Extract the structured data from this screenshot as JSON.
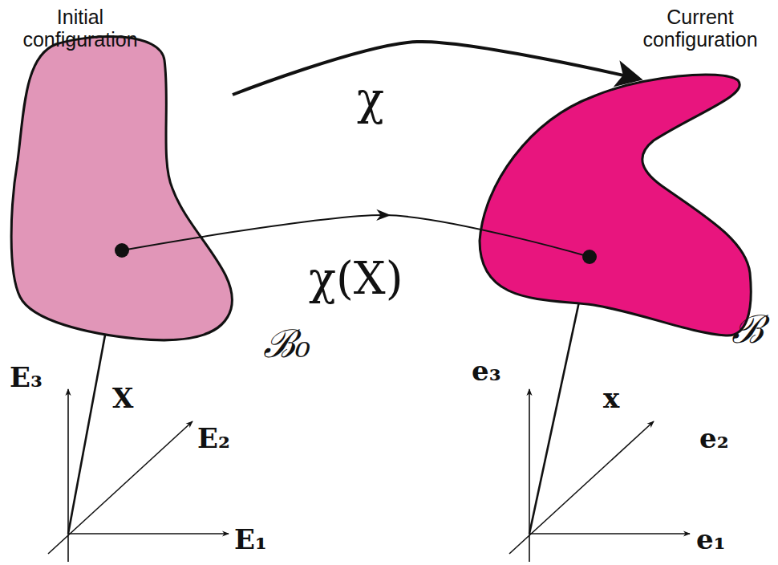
{
  "diagram": {
    "nodes": [
      {
        "text": [
          "Initial configuration",
          "ℬ₀"
        ]
      },
      {
        "text": [
          "Current configuration",
          "ℬ"
        ]
      }
    ],
    "edges": [
      {
        "from": 0,
        "to": 1,
        "arrow": "to",
        "label": "χ"
      },
      {
        "from": 0,
        "to": 1,
        "arrow": "to",
        "label": "χ(X)"
      }
    ],
    "labels": [
      "E₃",
      "E₂",
      "E₁",
      "X",
      "e₃",
      "e₂",
      "e₁",
      "x"
    ]
  }
}
